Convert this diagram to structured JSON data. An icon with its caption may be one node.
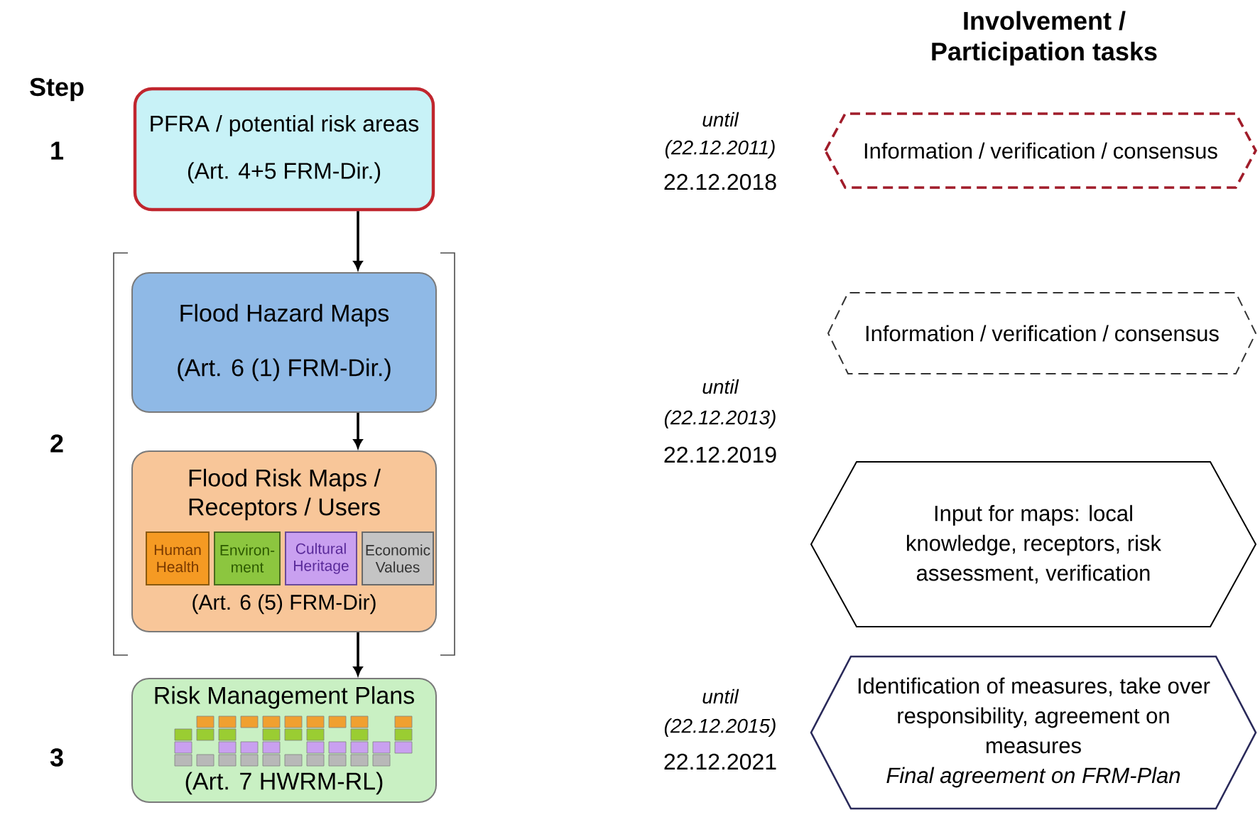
{
  "diagram": {
    "nodes": [
      {
        "text": [
          "PFRA / potential risk areas",
          "(Art. 4+5 FRM-Dir.)"
        ]
      },
      {
        "text": [
          "Flood Hazard Maps",
          "(Art. 6 (1)  FRM-Dir.)"
        ]
      },
      {
        "text": [
          "Flood Risk Maps / Receptors / Users",
          "(Art. 6 (5) FRM-Dir)"
        ]
      },
      {
        "text": [
          "Human Health"
        ],
        "in": 2
      },
      {
        "text": [
          "Environ- ment"
        ],
        "in": 2
      },
      {
        "text": [
          "Cultural Heritage"
        ],
        "in": 2
      },
      {
        "text": [
          "Economic Values"
        ],
        "in": 2
      },
      {
        "text": [
          "Risk Management Plans",
          "(Art. 7 HWRM-RL)"
        ]
      },
      {
        "text": [
          "Information / verification / consensus"
        ]
      },
      {
        "text": [
          "Information / verification / consensus"
        ]
      },
      {
        "text": [
          "Input for maps: local knowledge, receptors, risk assessment, verification"
        ]
      },
      {
        "text": [
          "Identification of measures, take over responsibility, agreement on measures",
          "Final agreement on FRM-Plan"
        ]
      }
    ],
    "edges": [
      {
        "from": 0,
        "to": 1,
        "arrow": "to"
      },
      {
        "from": 1,
        "to": 2,
        "arrow": "to"
      },
      {
        "from": 2,
        "to": 7,
        "arrow": "to"
      }
    ],
    "labels": [
      "Involvement / Participation tasks",
      "Step",
      "until",
      "(22.12.2011)",
      "22.12.2018",
      "1",
      "until",
      "(22.12.2013)",
      "22.12.2019",
      "2",
      "until",
      "(22.12.2015)",
      "22.12.2021",
      "3"
    ]
  }
}
